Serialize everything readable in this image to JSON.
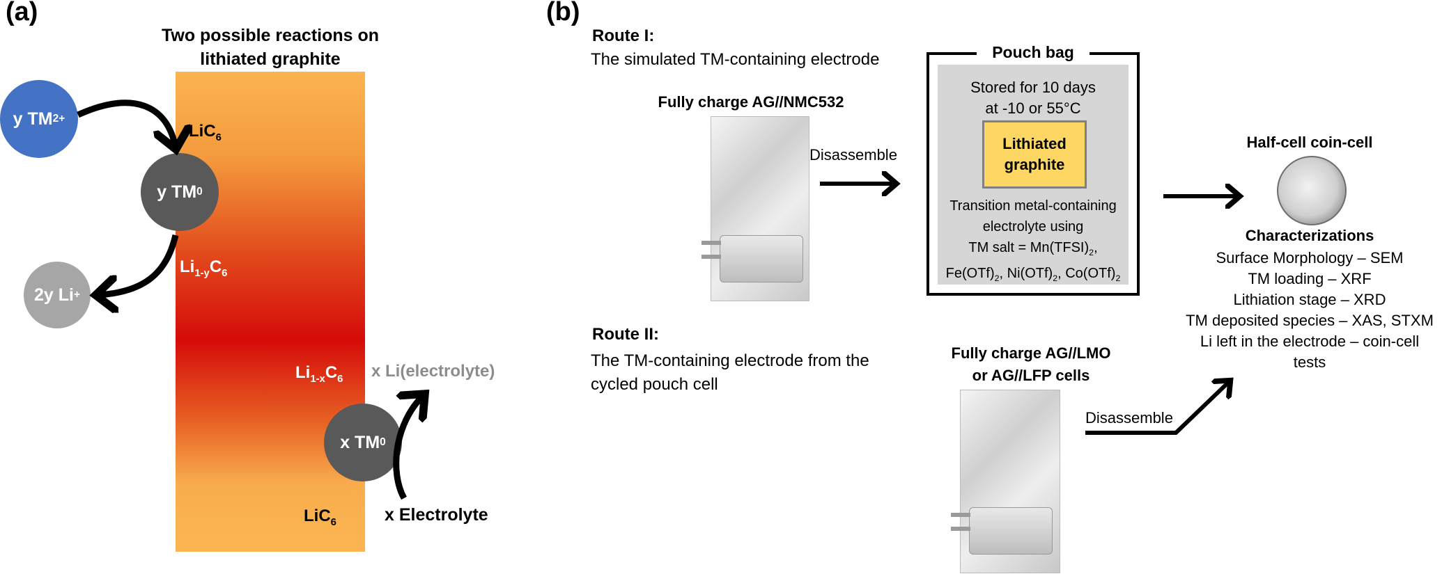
{
  "panel_a": {
    "label": "(a)",
    "title_line1": "Two possible reactions on",
    "title_line2": "lithiated graphite",
    "circle_y_tm2": {
      "base": "y TM",
      "sup": "2+"
    },
    "circle_y_tm0": {
      "base": "y TM",
      "sup": "0"
    },
    "circle_2y_li": {
      "base": "2y Li",
      "sup": "+"
    },
    "circle_x_tm0": {
      "base": "x TM",
      "sup": "0"
    },
    "lic6_top": {
      "base": "LiC",
      "sub": "6"
    },
    "li1y": {
      "base": "Li",
      "sub": "1-y",
      "base2": "C",
      "sub2": "6"
    },
    "li1x": {
      "base": "Li",
      "sub": "1-x",
      "base2": "C",
      "sub2": "6"
    },
    "lic6_bottom": {
      "base": "LiC",
      "sub": "6"
    },
    "x_li_electrolyte": "x Li(electrolyte)",
    "x_electrolyte": "x Electrolyte",
    "colors": {
      "blue": "#4472c4",
      "dark_gray": "#595959",
      "light_gray": "#a6a6a6",
      "gray_text": "#8c8c8c"
    }
  },
  "panel_b": {
    "label": "(b)",
    "route1_title": "Route I:",
    "route1_desc": "The simulated TM-containing electrode",
    "full_charge_1": "Fully charge AG//NMC532",
    "disassemble_1": "Disassemble",
    "pouch_bag_title": "Pouch bag",
    "stored_line1": "Stored for 10 days",
    "stored_line2": "at -10 or 55°C",
    "lithiated_line1": "Lithiated",
    "lithiated_line2": "graphite",
    "tm_line1": "Transition metal-containing",
    "tm_line2": "electrolyte using",
    "tm_line3": "TM salt = Mn(TFSI)",
    "tm_line3_sub": "2",
    "tm_line3_end": ",",
    "tm_line4_a": "Fe(OTf)",
    "tm_line4_b": ", Ni(OTf)",
    "tm_line4_c": ", Co(OTf)",
    "tm_line4_sub": "2",
    "half_cell": "Half-cell coin-cell",
    "characterizations_title": "Characterizations",
    "characterizations": [
      "Surface Morphology – SEM",
      "TM loading – XRF",
      "Lithiation stage – XRD",
      "TM deposited species – XAS, STXM",
      "Li left in the electrode – coin-cell",
      "tests"
    ],
    "route2_title": "Route II:",
    "route2_desc_line1": "The TM-containing electrode from the",
    "route2_desc_line2": "cycled pouch cell",
    "full_charge_2_line1": "Fully charge AG//LMO",
    "full_charge_2_line2": "or AG//LFP cells",
    "disassemble_2": "Disassemble",
    "colors": {
      "pouch_gray": "#d6d6d6",
      "lithiated_yellow": "#fdd663"
    }
  }
}
